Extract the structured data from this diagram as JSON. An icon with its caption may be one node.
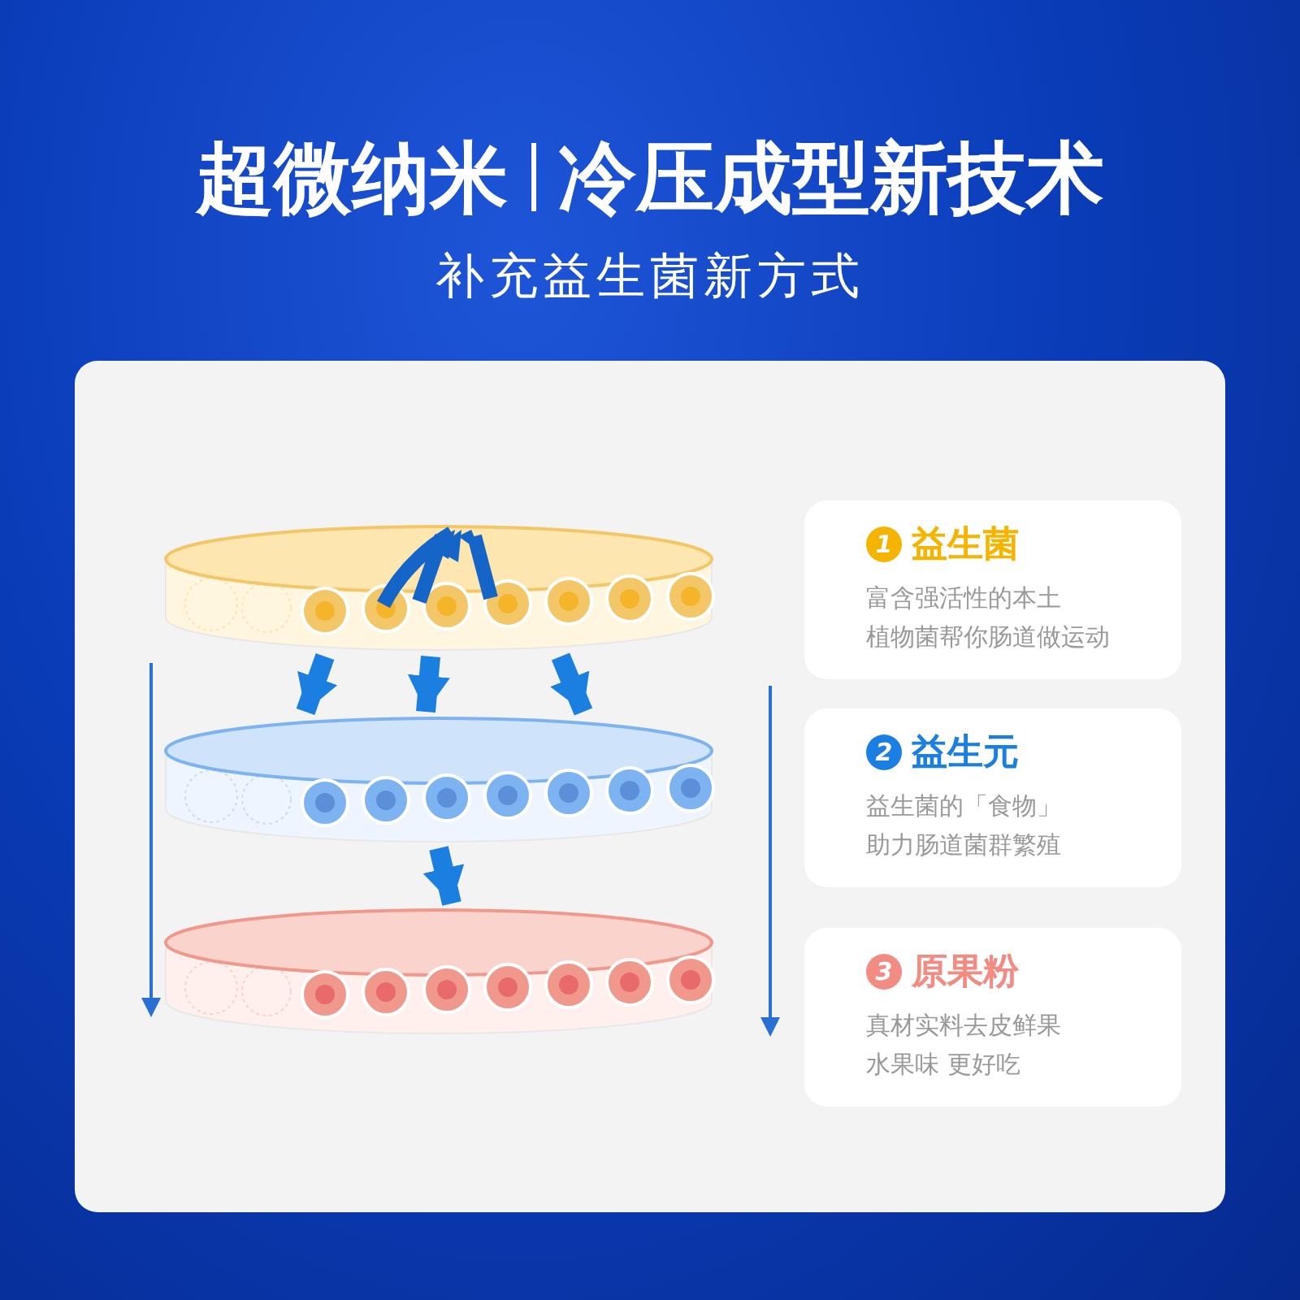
{
  "diagram": {
    "title": "超微纳米",
    "nodes": [
      {
        "text": [],
        "shape": "cylinder"
      },
      {
        "text": [],
        "shape": "cylinder"
      },
      {
        "text": [],
        "shape": "cylinder"
      },
      {
        "text": [
          "1",
          "益生菌",
          "富含强活性的本土植物菌帮你肠道做运动"
        ]
      },
      {
        "text": [
          "2",
          "益生元",
          "益生菌的「食物」助力肠道菌群繁殖"
        ]
      },
      {
        "text": [
          "3",
          "原果粉",
          "真材实料去皮鲜果水果味 更好吃"
        ]
      }
    ],
    "edges": [
      {
        "from": 0,
        "to": 1,
        "arrow": "to"
      },
      {
        "from": 0,
        "to": 1,
        "arrow": "to"
      },
      {
        "from": 0,
        "to": 1,
        "arrow": "to"
      },
      {
        "from": 1,
        "to": 2,
        "arrow": "to"
      }
    ],
    "labels": [
      "冷压成型新技术",
      "补充益生菌新方式"
    ]
  }
}
